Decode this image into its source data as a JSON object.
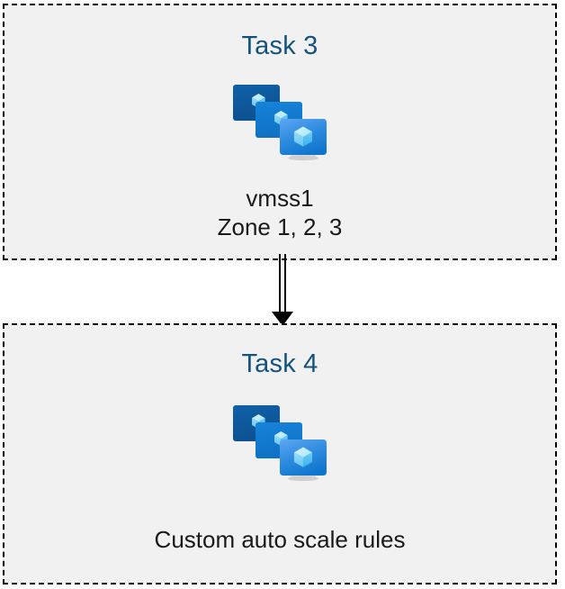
{
  "diagram": {
    "background_color": "#ffffff",
    "box_fill_color": "#f1f1f1",
    "box_border_color": "#000000",
    "title_color": "#14537d",
    "caption_color": "#1a1a1a",
    "connector_color": "#000000",
    "nodes": [
      {
        "id": "task3",
        "title": "Task 3",
        "icon": "azure-vm-scale-set-icon",
        "caption_lines": [
          "vmss1",
          "Zone 1, 2, 3"
        ]
      },
      {
        "id": "task4",
        "title": "Task 4",
        "icon": "azure-vm-scale-set-icon",
        "caption_lines": [
          "Custom auto scale rules"
        ]
      }
    ],
    "connector": {
      "from": "task3",
      "to": "task4",
      "style": "double-line-arrow",
      "direction": "down"
    }
  }
}
